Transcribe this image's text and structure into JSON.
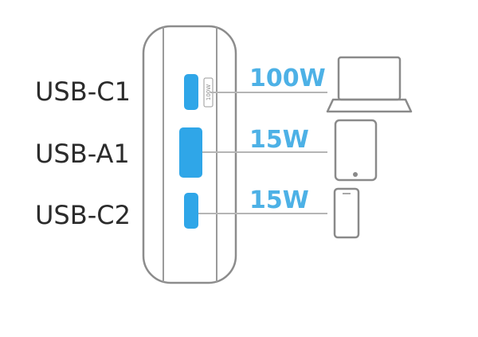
{
  "ports": [
    {
      "name": "USB-C1",
      "watts": "100W",
      "device": "laptop-icon"
    },
    {
      "name": "USB-A1",
      "watts": "15W",
      "device": "tablet-icon"
    },
    {
      "name": "USB-C2",
      "watts": "15W",
      "device": "phone-icon"
    }
  ],
  "port_tag": "100W",
  "colors": {
    "port_fill": "#2fa6e8",
    "watt_text": "#4db1e6",
    "outline": "#8c8c8c",
    "device_stroke": "#8a8a8a",
    "label_text": "#2b2b2b"
  }
}
